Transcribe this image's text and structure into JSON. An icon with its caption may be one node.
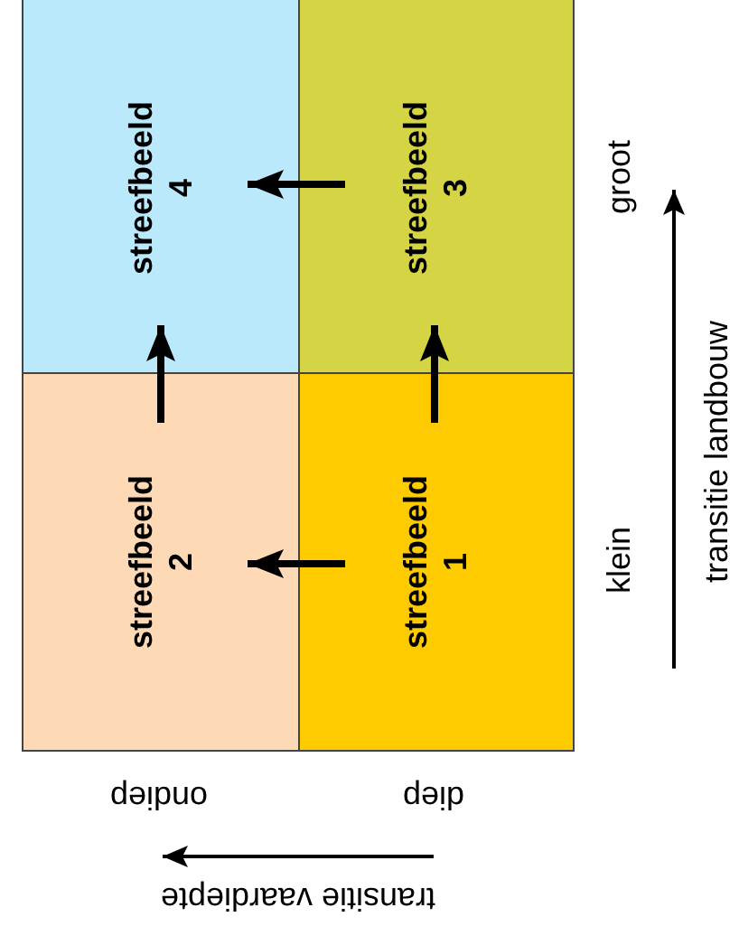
{
  "diagram": {
    "nodes": [
      {
        "text": [
          "streefbeeld 4"
        ]
      },
      {
        "text": [
          "streefbeeld 3"
        ]
      },
      {
        "text": [
          "streefbeeld 2"
        ]
      },
      {
        "text": [
          "streefbeeld 1"
        ]
      }
    ],
    "edges": [
      {
        "from": 1,
        "to": 0,
        "arrow": "to"
      },
      {
        "from": 2,
        "to": 0,
        "arrow": "to"
      },
      {
        "from": 3,
        "to": 1,
        "arrow": "to"
      },
      {
        "from": 3,
        "to": 2,
        "arrow": "to"
      }
    ],
    "labels": [
      "groot",
      "klein",
      "transitie landbouw",
      "ondiep",
      "diep",
      "transitie vaardiepte"
    ]
  }
}
